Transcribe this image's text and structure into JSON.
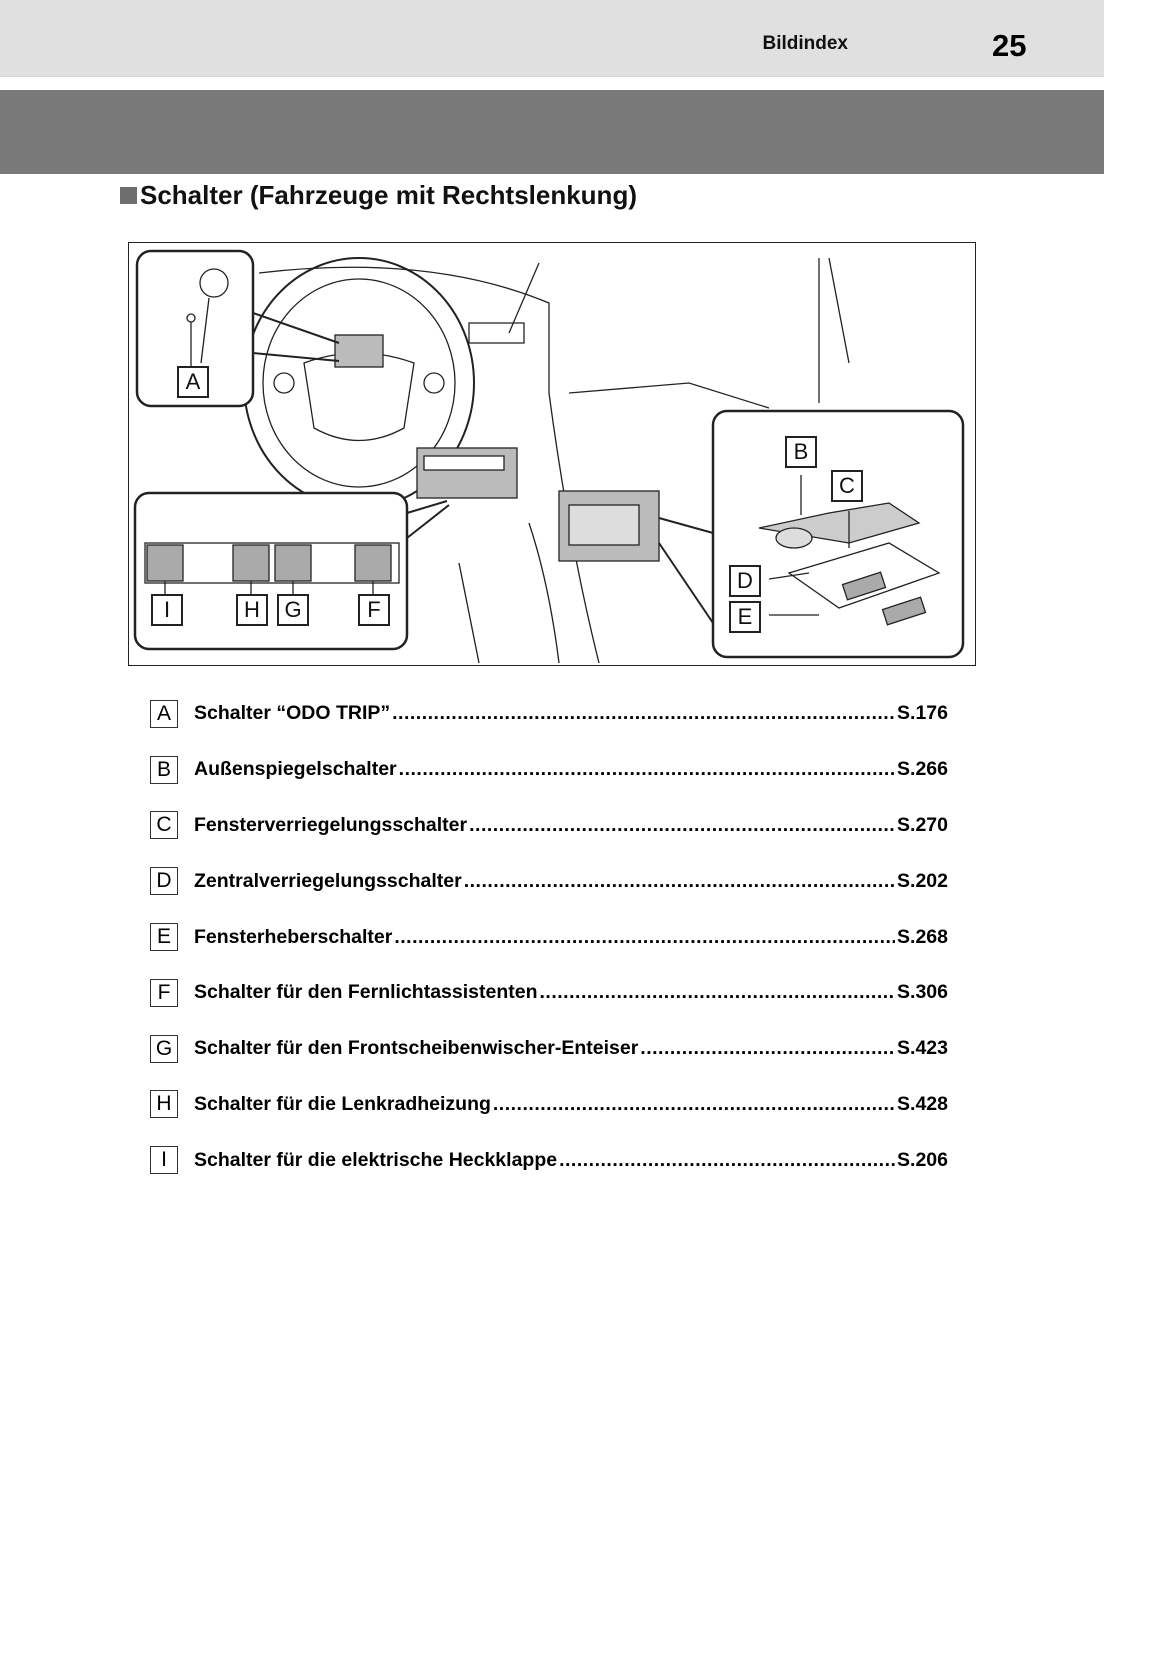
{
  "header": {
    "section": "Bildindex",
    "page_number": "25"
  },
  "title": "Schalter (Fahrzeuge mit Rechtslenkung)",
  "figure": {
    "labels": {
      "A": "A",
      "B": "B",
      "C": "C",
      "D": "D",
      "E": "E",
      "F": "F",
      "G": "G",
      "H": "H",
      "I": "I"
    }
  },
  "items": [
    {
      "key": "A",
      "name": "Schalter “ODO TRIP”",
      "page": "S.176"
    },
    {
      "key": "B",
      "name": "Außenspiegelschalter",
      "page": "S.266"
    },
    {
      "key": "C",
      "name": "Fensterverriegelungsschalter",
      "page": "S.270"
    },
    {
      "key": "D",
      "name": "Zentralverriegelungsschalter",
      "page": "S.202"
    },
    {
      "key": "E",
      "name": "Fensterheberschalter",
      "page": "S.268"
    },
    {
      "key": "F",
      "name": "Schalter für den Fernlichtassistenten",
      "page": "S.306"
    },
    {
      "key": "G",
      "name": "Schalter für den Frontscheibenwischer-Enteiser",
      "page": "S.423"
    },
    {
      "key": "H",
      "name": "Schalter für die Lenkradheizung",
      "page": "S.428"
    },
    {
      "key": "I",
      "name": "Schalter für die elektrische Heckklappe",
      "page": "S.206"
    }
  ]
}
